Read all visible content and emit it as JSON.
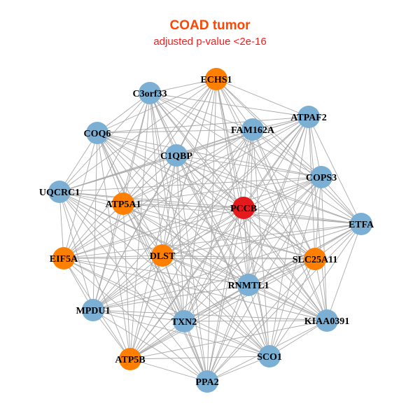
{
  "title": "COAD tumor",
  "subtitle": "adjusted p-value <2e-16",
  "colors": {
    "red": "#E41A1C",
    "orange": "#FF7F00",
    "blue": "#7BAFD4",
    "edge": "#AAAAAA"
  },
  "nodes": [
    {
      "id": "ECHS1",
      "group": "orange"
    },
    {
      "id": "C3orf33",
      "group": "blue"
    },
    {
      "id": "ATPAF2",
      "group": "blue"
    },
    {
      "id": "COQ6",
      "group": "blue"
    },
    {
      "id": "FAM162A",
      "group": "blue"
    },
    {
      "id": "C1QBP",
      "group": "blue"
    },
    {
      "id": "COPS3",
      "group": "blue"
    },
    {
      "id": "UQCRC1",
      "group": "blue"
    },
    {
      "id": "ATP5A1",
      "group": "orange"
    },
    {
      "id": "PCCB",
      "group": "red"
    },
    {
      "id": "ETFA",
      "group": "blue"
    },
    {
      "id": "EIF5A",
      "group": "orange"
    },
    {
      "id": "DLST",
      "group": "orange"
    },
    {
      "id": "SLC25A11",
      "group": "orange"
    },
    {
      "id": "RNMTL1",
      "group": "blue"
    },
    {
      "id": "MPDU1",
      "group": "blue"
    },
    {
      "id": "TXN2",
      "group": "blue"
    },
    {
      "id": "KIAA0391",
      "group": "blue"
    },
    {
      "id": "ATP5B",
      "group": "orange"
    },
    {
      "id": "SCO1",
      "group": "blue"
    },
    {
      "id": "PPA2",
      "group": "blue"
    }
  ],
  "edges": "all-pairs"
}
